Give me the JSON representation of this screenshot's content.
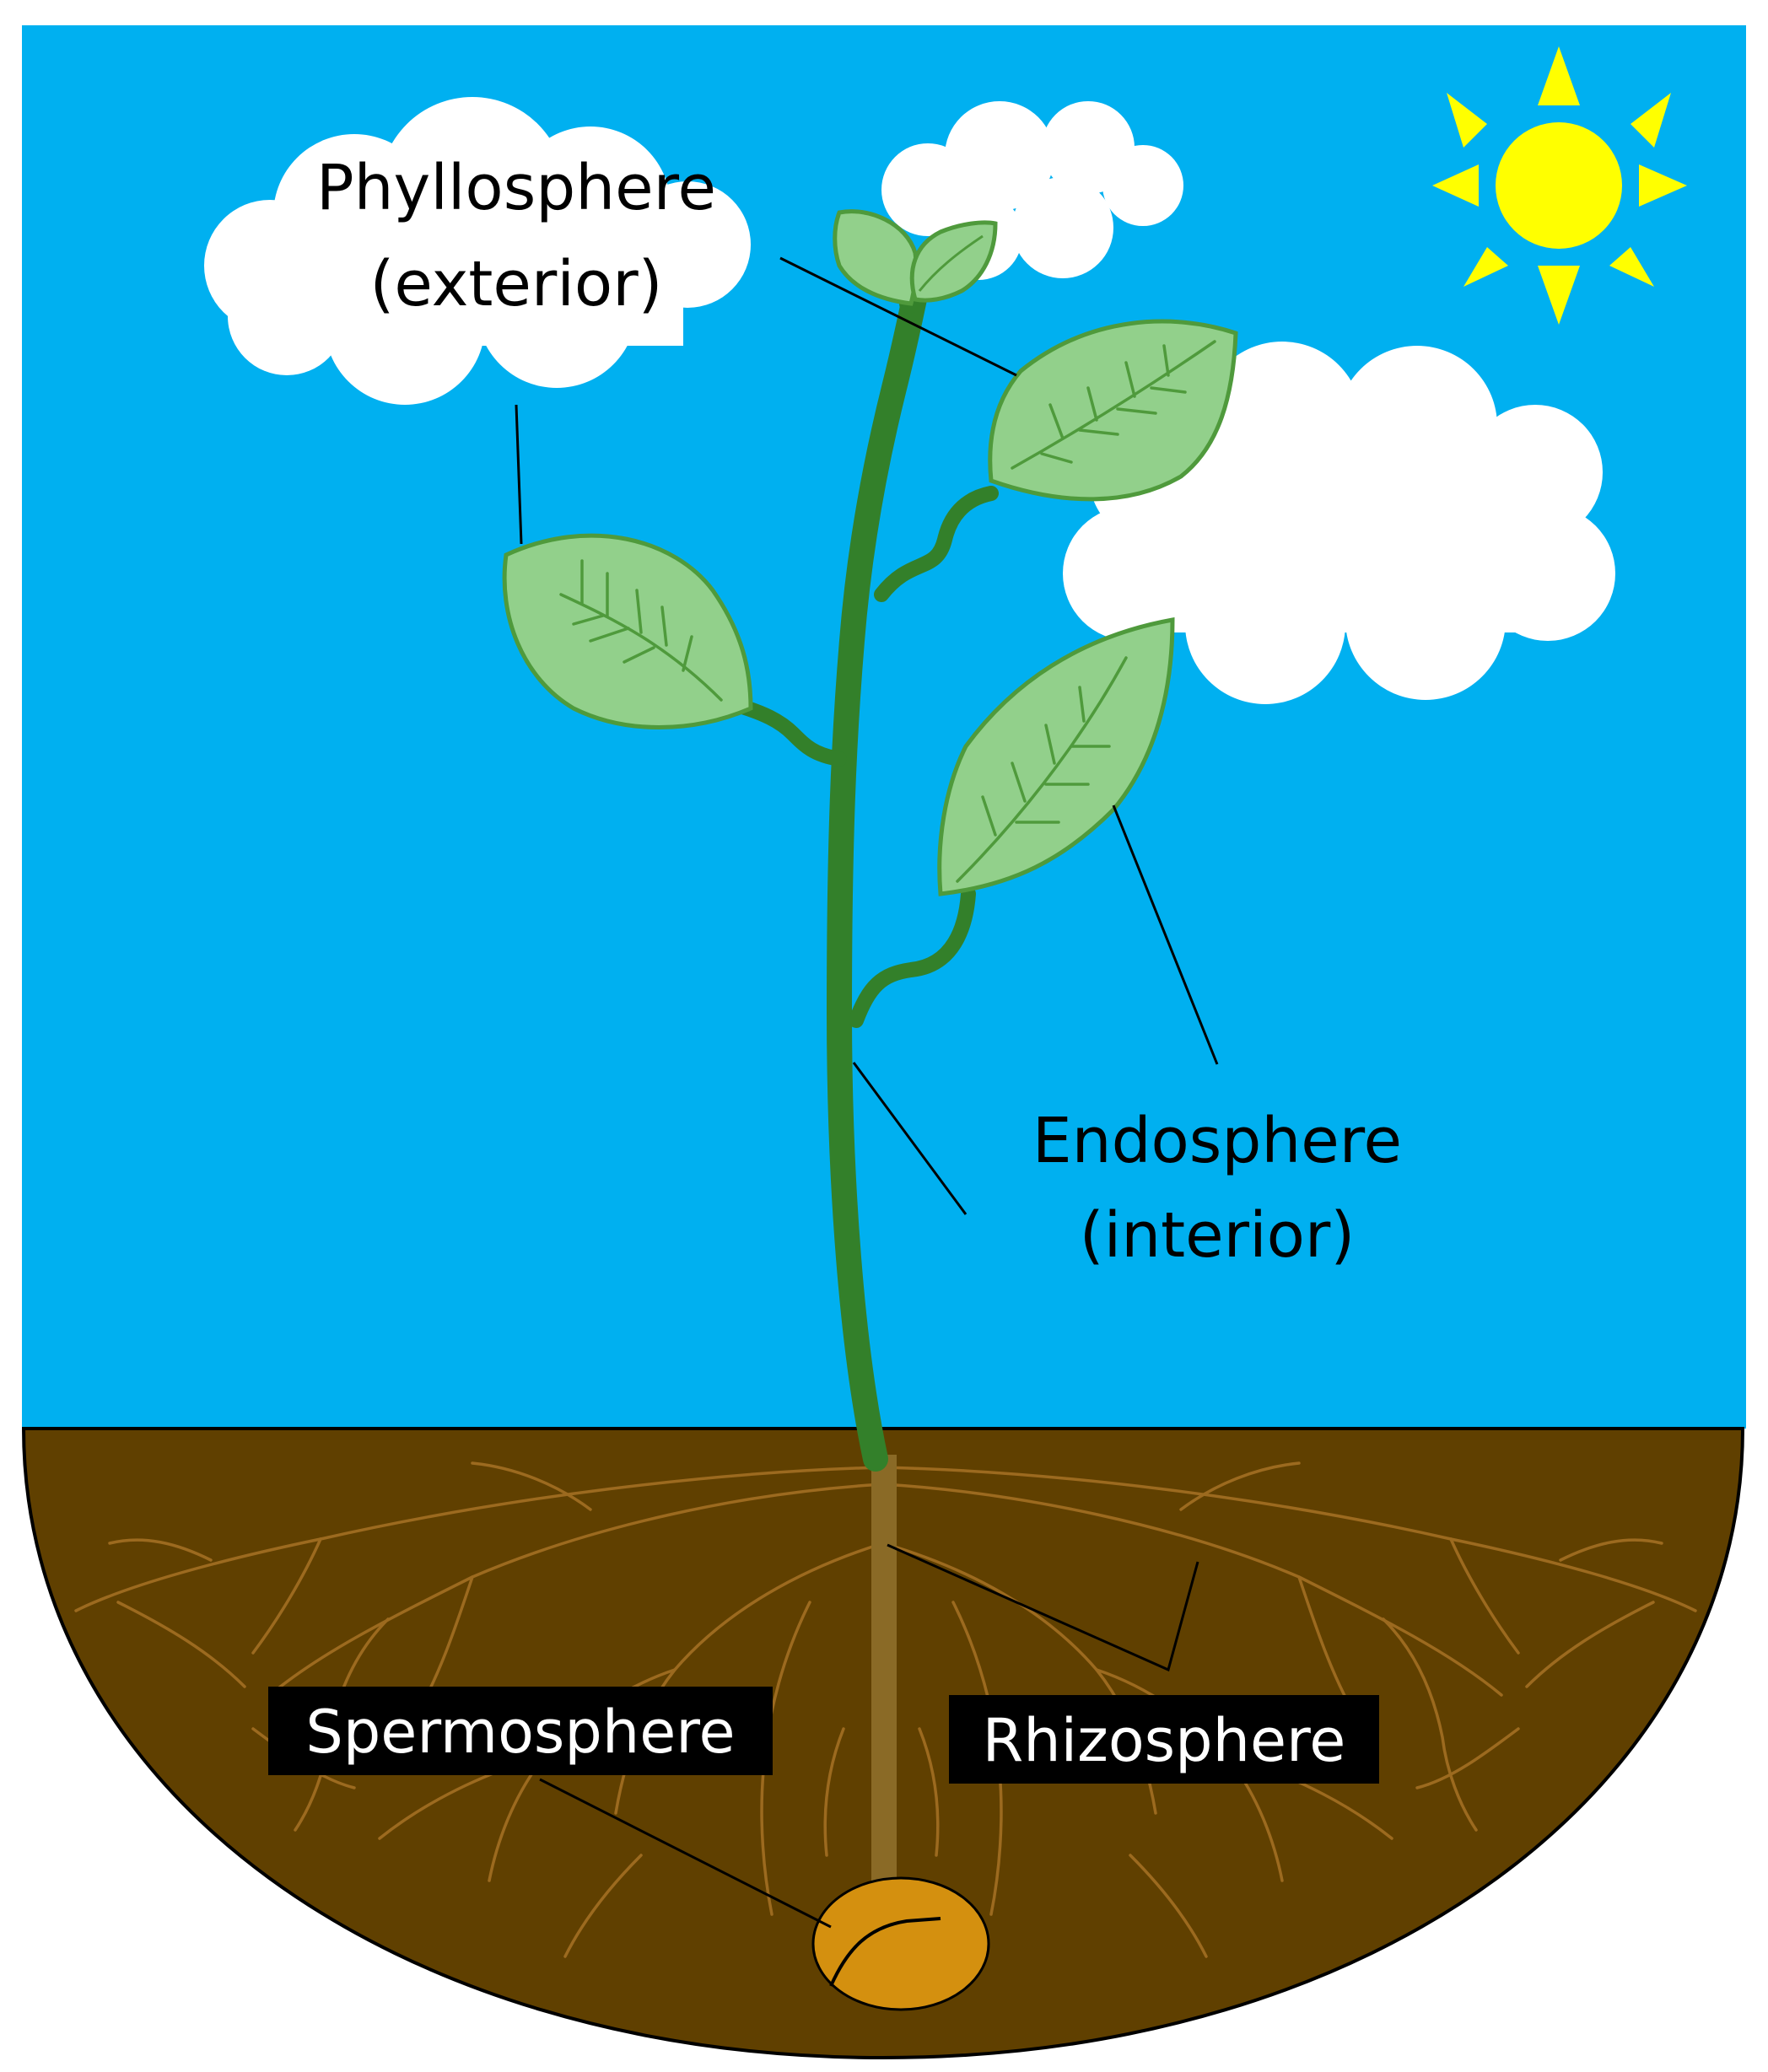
{
  "labels": {
    "phyllosphere_line1": "Phyllosphere",
    "phyllosphere_line2": "(exterior)",
    "endosphere_line1": "Endosphere",
    "endosphere_line2": "(interior)",
    "spermosphere": "Spermosphere",
    "rhizosphere": "Rhizosphere"
  },
  "colors": {
    "sky": "#00b0f0",
    "soil": "#604000",
    "soil_outline": "#000000",
    "stem": "#33802a",
    "leaf_fill": "#92d08b",
    "leaf_outline": "#4f9a3c",
    "root": "#9c6a1f",
    "taproot": "#8a6a26",
    "seed": "#d4900f",
    "sun": "#ffff00",
    "cloud": "#ffffff",
    "leader": "#000000",
    "label_box": "#000000",
    "label_box_text": "#ffffff",
    "label_text": "#000000"
  },
  "icons": [
    "sun-icon",
    "cloud-icon",
    "leaf-icon",
    "seed-icon"
  ]
}
